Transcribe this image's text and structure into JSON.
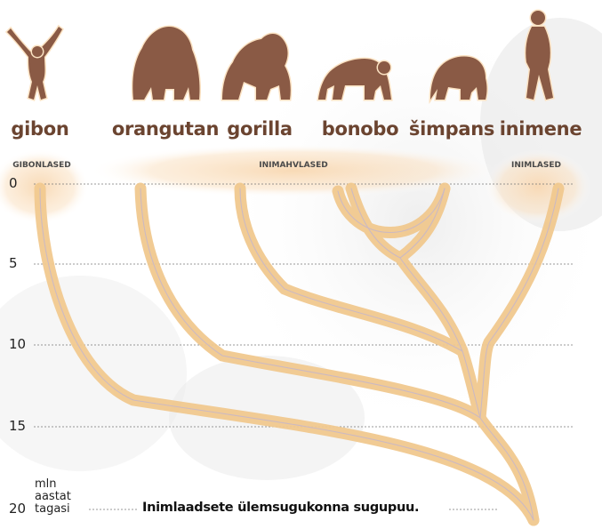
{
  "species": [
    {
      "id": "gibbon",
      "label": "gibon",
      "icon": "gibbon-silhouette-icon"
    },
    {
      "id": "orangutan",
      "label": "orangutan",
      "icon": "orangutan-silhouette-icon"
    },
    {
      "id": "gorilla",
      "label": "gorilla",
      "icon": "gorilla-silhouette-icon"
    },
    {
      "id": "bonobo",
      "label": "bonobo",
      "icon": "bonobo-silhouette-icon"
    },
    {
      "id": "chimpanzee",
      "label": "šimpans",
      "icon": "chimpanzee-silhouette-icon"
    },
    {
      "id": "human",
      "label": "inimene",
      "icon": "human-silhouette-icon"
    }
  ],
  "groups": [
    {
      "id": "gibbons",
      "label": "GIBONLASED"
    },
    {
      "id": "great-apes",
      "label": "INIMAHVLASED"
    },
    {
      "id": "humans",
      "label": "INIMLASED"
    }
  ],
  "axis": {
    "ticks": [
      "0",
      "5",
      "10",
      "15",
      "20"
    ],
    "unit_lines": [
      "mln",
      "aastat",
      "tagasi"
    ]
  },
  "caption": "Inimlaadsete ülemsugukonna sugupuu.",
  "colors": {
    "branch": "#f1c98f",
    "branch_edge": "#e3b070",
    "silhouette": "#8a5a45",
    "label": "#6b4430",
    "halo": "#fbe2c2"
  }
}
